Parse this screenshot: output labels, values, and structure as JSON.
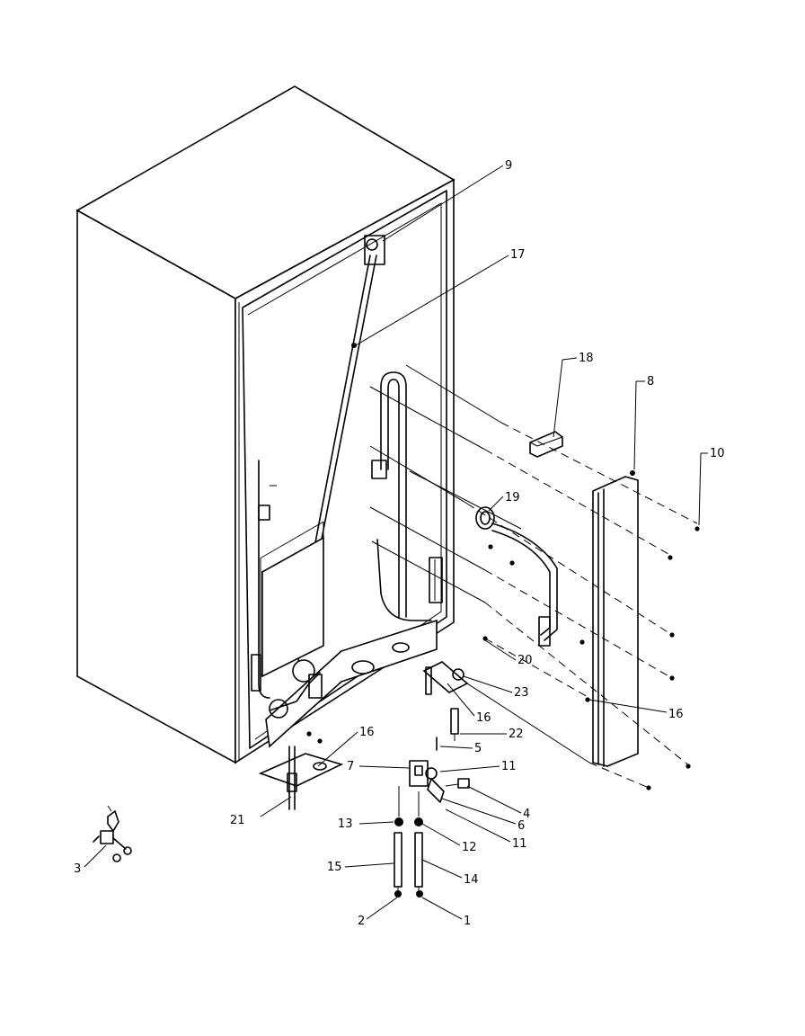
{
  "callouts": [
    "9",
    "17",
    "18",
    "8",
    "10",
    "19",
    "20",
    "23",
    "16",
    "16",
    "22",
    "5",
    "16",
    "7",
    "11",
    "4",
    "6",
    "11",
    "12",
    "13",
    "21",
    "15",
    "14",
    "3",
    "2",
    "1"
  ],
  "colors": {
    "line": "#000000",
    "background": "#ffffff"
  }
}
